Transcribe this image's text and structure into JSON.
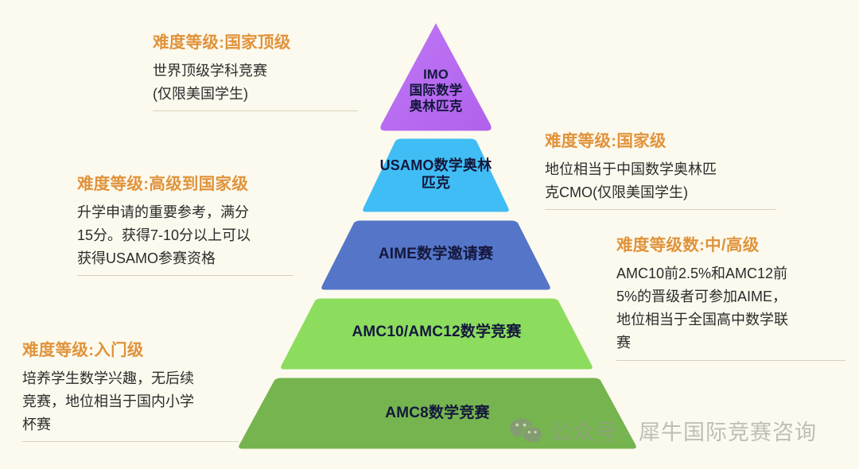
{
  "background_color": "#FCFAEF",
  "accent_color": "#E0933B",
  "pyramid": {
    "tiers": [
      {
        "id": "imo",
        "label": "IMO\n国际数学\n奥林匹克",
        "color": "#BC6FF1",
        "level": 1
      },
      {
        "id": "usamo",
        "label": "USAMO数学奥林\n匹克",
        "color": "#41BDF5",
        "level": 2
      },
      {
        "id": "aime",
        "label": "AIME数学邀请赛",
        "color": "#5575C8",
        "level": 3
      },
      {
        "id": "amc1012",
        "label": "AMC10/AMC12数学竞赛",
        "color": "#8CDC5E",
        "level": 4
      },
      {
        "id": "amc8",
        "label": "AMC8数学竞赛",
        "color": "#76B44F",
        "level": 5
      }
    ]
  },
  "notes": {
    "imo": {
      "title": "难度等级:国家顶级",
      "body": "世界顶级学科竞赛\n(仅限美国学生)"
    },
    "usamo": {
      "title": "难度等级:国家级",
      "body": "地位相当于中国数学奥林匹\n克CMO(仅限美国学生)"
    },
    "aime_left": {
      "title": "难度等级:高级到国家级",
      "body": "升学申请的重要参考，满分\n15分。获得7-10分以上可以\n获得USAMO参赛资格"
    },
    "aime_right": {
      "title": "难度等级数:中/高级",
      "body": "AMC10前2.5%和AMC12前\n5%的晋级者可参加AIME，\n地位相当于全国高中数学联\n赛"
    },
    "amc8": {
      "title": "难度等级:入门级",
      "body": "培养学生数学兴趣，无后续\n竞赛，地位相当于国内小学\n杯赛"
    }
  },
  "watermark": {
    "icon": "wechat-icon",
    "text": "公众号 · 犀牛国际竞赛咨询",
    "color": "#9A9A92"
  }
}
